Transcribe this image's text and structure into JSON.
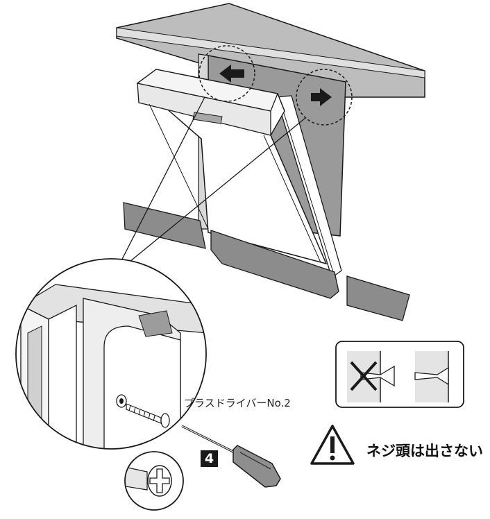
{
  "labels": {
    "screwdriver": "プラスドライバーNo.2",
    "step_number": "4",
    "warning": "ネジ頭は出さない"
  },
  "icons": {
    "warning": "warning-triangle-icon",
    "arrow_left": "arrow-left-icon",
    "arrow_right": "arrow-right-icon",
    "phillips_head": "phillips-screw-head-icon",
    "screw_good": "screw-flush-icon",
    "screw_bad": "screw-protruding-icon"
  },
  "colors": {
    "line": "#1a1a1a",
    "panel_gray": "#9a9a9a",
    "counter_top": "#bdbdbd",
    "light_gray": "#d8d8d8",
    "white": "#ffffff"
  }
}
